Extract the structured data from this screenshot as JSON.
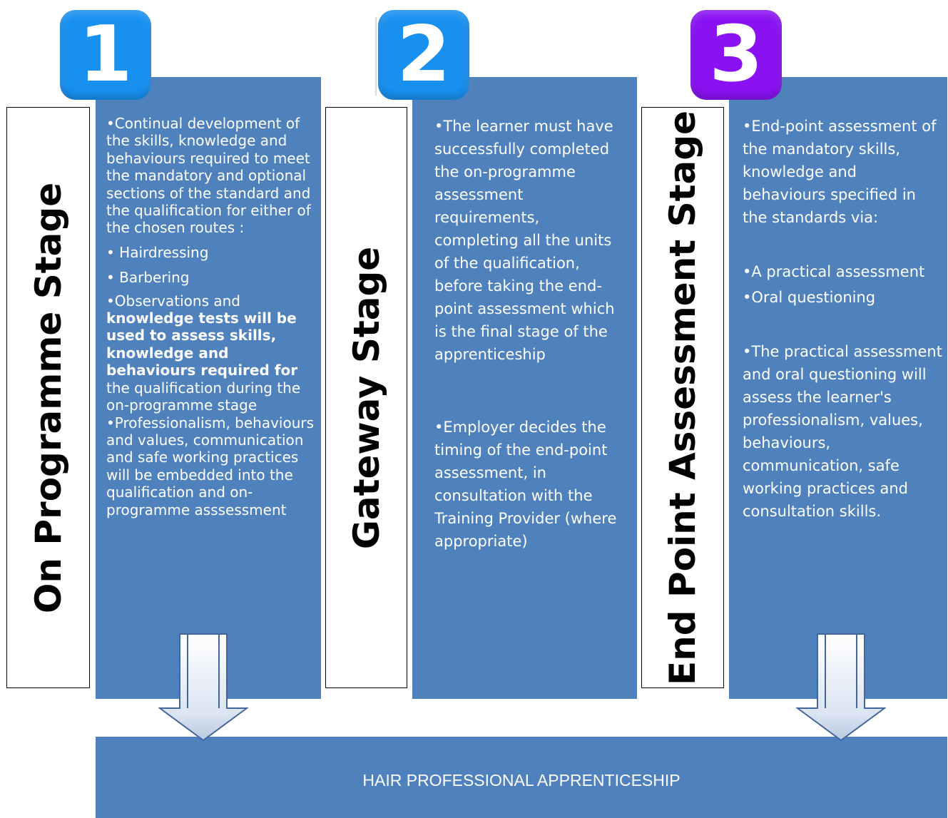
{
  "stages": [
    {
      "number": "1",
      "badge_color": "#1890f0",
      "label": "On Programme Stage",
      "items": [
        {
          "text": "•Continual development of the skills, knowledge and behaviours required to meet the mandatory and optional sections of the standard and the qualification for either of the chosen routes :"
        },
        {
          "text": "•  Hairdressing"
        },
        {
          "text": "•  Barbering"
        },
        {
          "text_pre": "•Observations and",
          "text_bold": "knowledge tests will be used to assess skills, knowledge and behaviours  required for",
          "text_post": "the qualification during the on-programme stage"
        },
        {
          "text": "•Professionalism, behaviours and values, communication and safe working practices will be embedded into the qualification and on-programme asssessment"
        }
      ]
    },
    {
      "number": "2",
      "badge_color": "#1890f0",
      "label": "Gateway Stage",
      "items": [
        {
          "text": "•The learner must have    successfully completed the on-programme assessment requirements, completing all the units of the qualification, before taking the end-point assessment which is the final stage of the apprenticeship"
        },
        {
          "text": "•Employer decides the timing of the end-point assessment, in consultation with the Training Provider (where appropriate)"
        }
      ]
    },
    {
      "number": "3",
      "badge_color": "#8a12f2",
      "label": "End Point Assessment Stage",
      "items": [
        {
          "text": "•End-point assessment of the mandatory skills, knowledge and behaviours specified in the standards via:"
        },
        {
          "text": "•A practical assessment"
        },
        {
          "text": "•Oral questioning"
        },
        {
          "text": "•The practical assessment and oral questioning will assess the learner's professionalism, values, behaviours, communication, safe working practices and consultation skills."
        }
      ]
    }
  ],
  "footer": {
    "title": "HAIR PROFESSIONAL APPRENTICESHIP"
  },
  "colors": {
    "panel": "#4f81bd",
    "badge_blue": "#1890f0",
    "badge_purple": "#8a12f2"
  }
}
